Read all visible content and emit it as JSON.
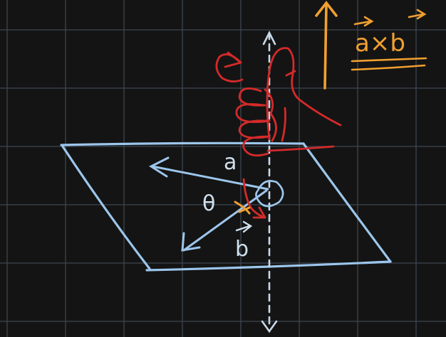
{
  "board": {
    "background": "#141414",
    "grid_color": "#3d4650"
  },
  "colors": {
    "plane": "#9cc6ec",
    "hand": "#d42a2a",
    "result": "#f0a030",
    "axis": "#c8d8e6",
    "label": "#d0e0ee"
  },
  "labels": {
    "result": "a×b",
    "vector_a": "a",
    "vector_b": "b",
    "angle": "θ"
  }
}
